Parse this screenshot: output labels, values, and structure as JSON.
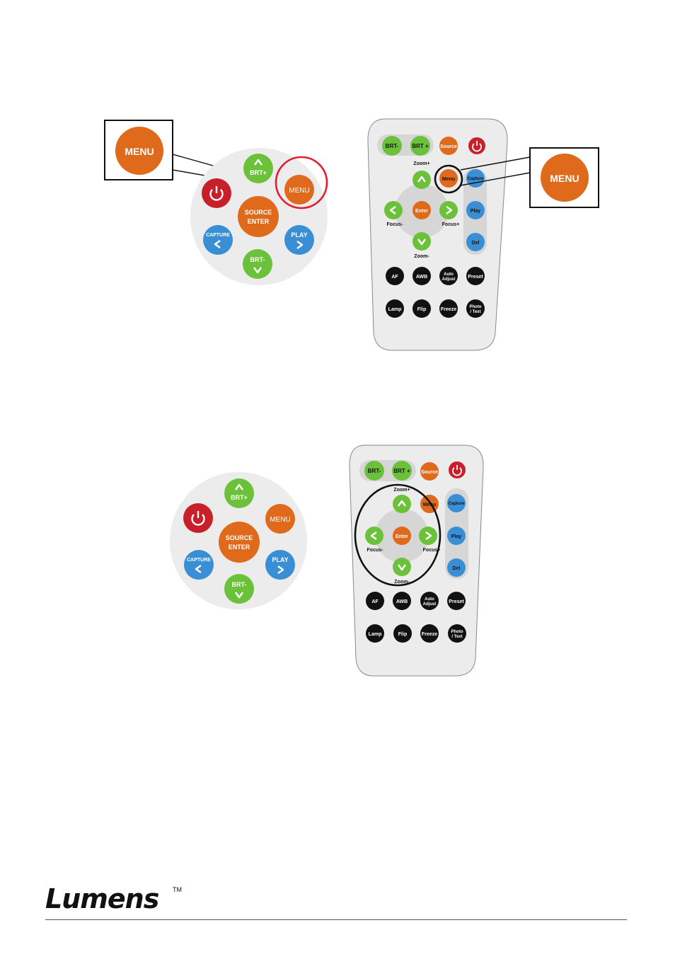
{
  "colors": {
    "green": "#6cc13a",
    "orange": "#e06a1c",
    "blue": "#3a8ed4",
    "red": "#c8202a",
    "black_btn": "#111111",
    "panel": "#ececec",
    "inner": "#d6d6d6",
    "highlight_red": "#e02030",
    "highlight_black": "#111111"
  },
  "keypad": {
    "brt_plus": "BRT+",
    "brt_minus": "BRT-",
    "menu": "MENU",
    "source": "SOURCE",
    "enter": "ENTER",
    "capture": "CAPTURE",
    "play": "PLAY",
    "power_icon": "power-icon"
  },
  "callout": {
    "menu": "MENU"
  },
  "remote": {
    "brt_minus": "BRT-",
    "brt_plus": "BRT +",
    "source": "Source",
    "menu": "Menu",
    "capture": "Capture",
    "play": "Play",
    "del": "Del",
    "enter": "Enter",
    "zoom_plus": "Zoom+",
    "zoom_minus": "Zoom-",
    "focus_minus": "Focus-",
    "focus_plus": "Focus+",
    "af": "AF",
    "awb": "AWB",
    "auto": "Auto",
    "adjust": "Adjust",
    "preset": "Preset",
    "lamp": "Lamp",
    "flip": "Flip",
    "freeze": "Freeze",
    "photo": "Photo",
    "text": "/ Text"
  },
  "footer": {
    "logo": "Lumens",
    "tm": "TM"
  }
}
